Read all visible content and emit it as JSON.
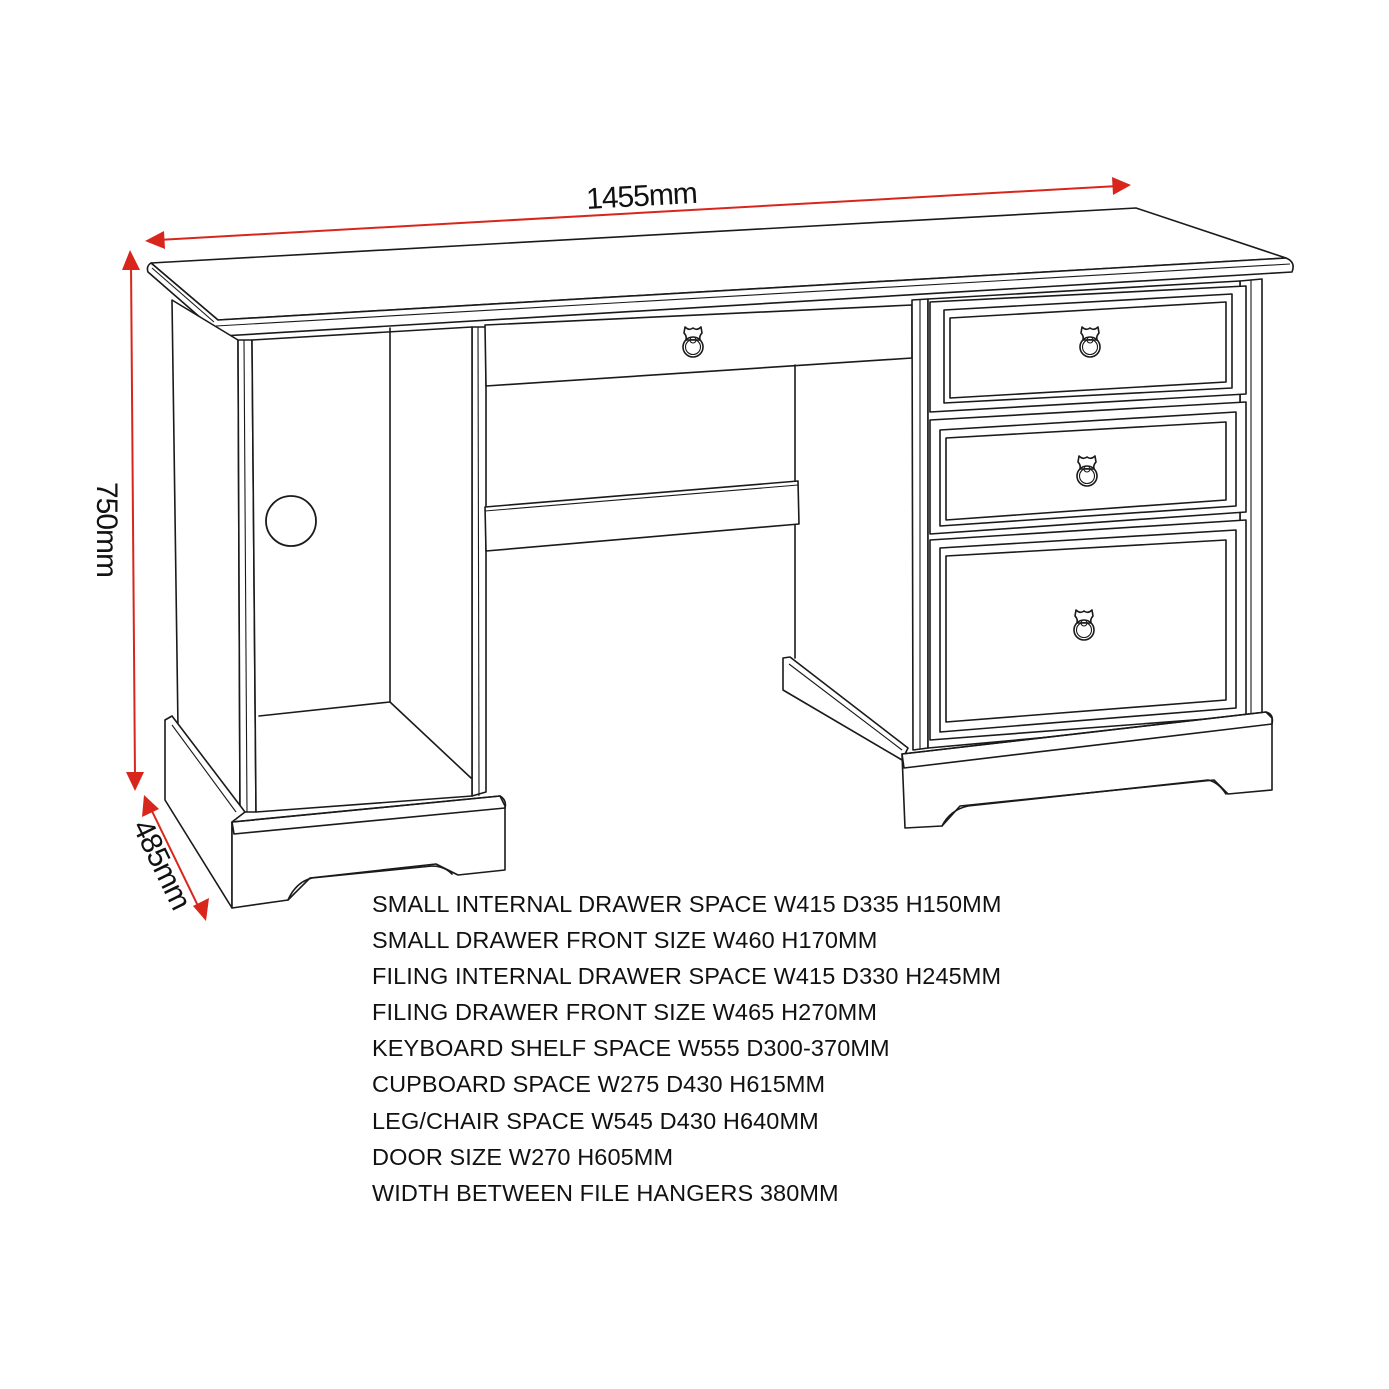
{
  "diagram": {
    "subject": "Computer desk with left cupboard and right three-drawer pedestal",
    "accent_color": "#d9261c",
    "line_color": "#1a1a1a",
    "dimensions": {
      "width": "1455mm",
      "height": "750mm",
      "depth": "485mm"
    },
    "specs": [
      "SMALL INTERNAL DRAWER SPACE W415 D335 H150MM",
      "SMALL DRAWER FRONT SIZE W460 H170MM",
      "FILING INTERNAL DRAWER SPACE W415 D330 H245MM",
      "FILING DRAWER FRONT SIZE W465 H270MM",
      "KEYBOARD SHELF SPACE W555 D300-370MM",
      "CUPBOARD SPACE W275 D430 H615MM",
      "LEG/CHAIR SPACE W545 D430 H640MM",
      "DOOR SIZE W270 H605MM",
      "WIDTH BETWEEN FILE HANGERS 380MM"
    ]
  }
}
